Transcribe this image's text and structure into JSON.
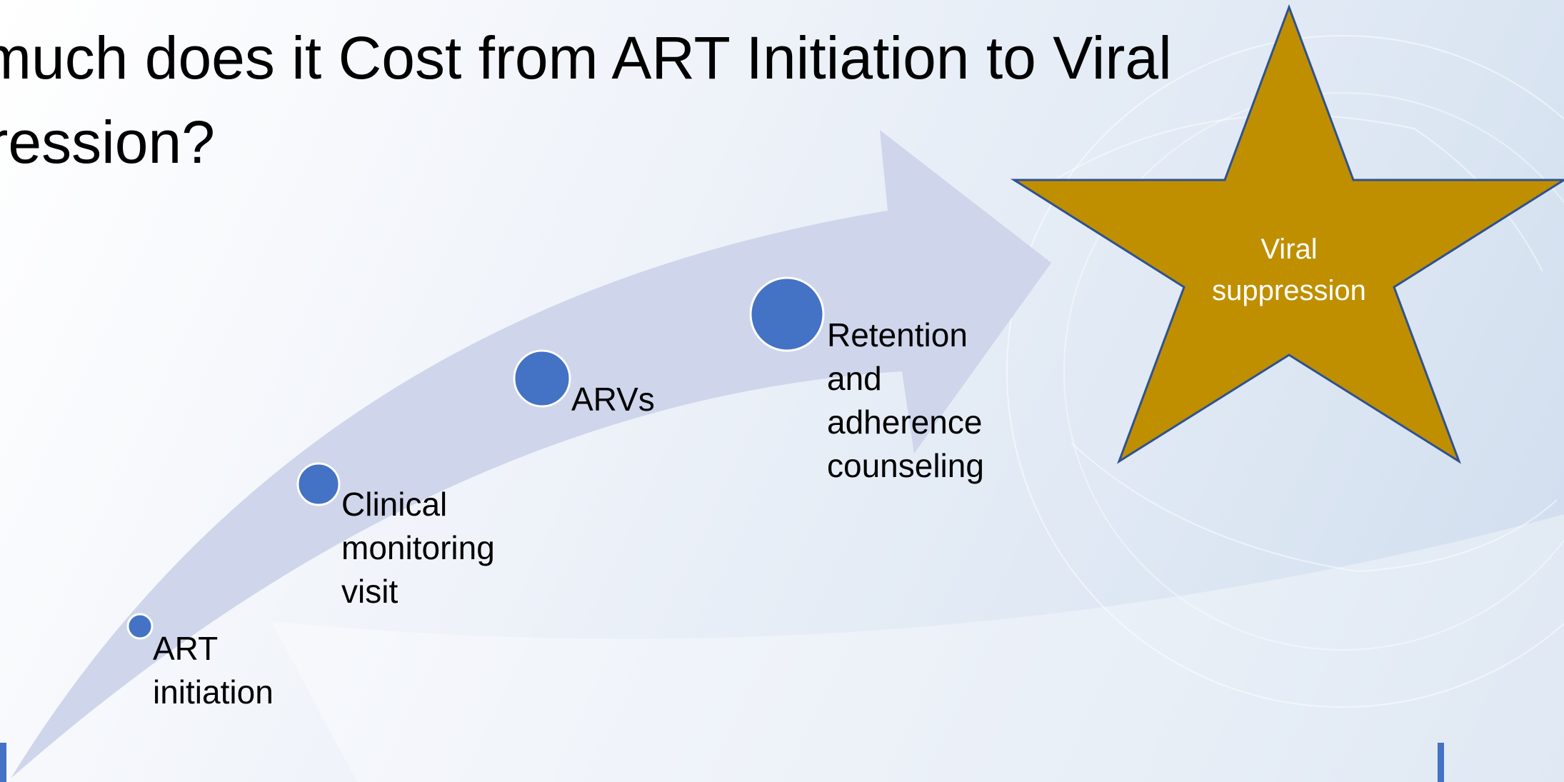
{
  "slide": {
    "title_line1": "w much does it Cost from ART Initiation to Viral",
    "title_line2": "ppression?"
  },
  "steps": [
    {
      "label_line1": "ART",
      "label_line2": "initiation"
    },
    {
      "label_line1": "Clinical",
      "label_line2": "monitoring",
      "label_line3": "visit"
    },
    {
      "label_line1": "ARVs"
    },
    {
      "label_line1": "Retention",
      "label_line2": "and",
      "label_line3": "adherence",
      "label_line4": "counseling"
    }
  ],
  "goal": {
    "label_line1": "Viral",
    "label_line2": "suppression"
  },
  "colors": {
    "arrow_fill": "#cfd5ea",
    "circle_fill": "#4472c4",
    "circle_stroke": "#ffffff",
    "star_fill": "#bf8f00",
    "star_stroke": "#2f528f",
    "accent_bar": "#4472c4"
  }
}
